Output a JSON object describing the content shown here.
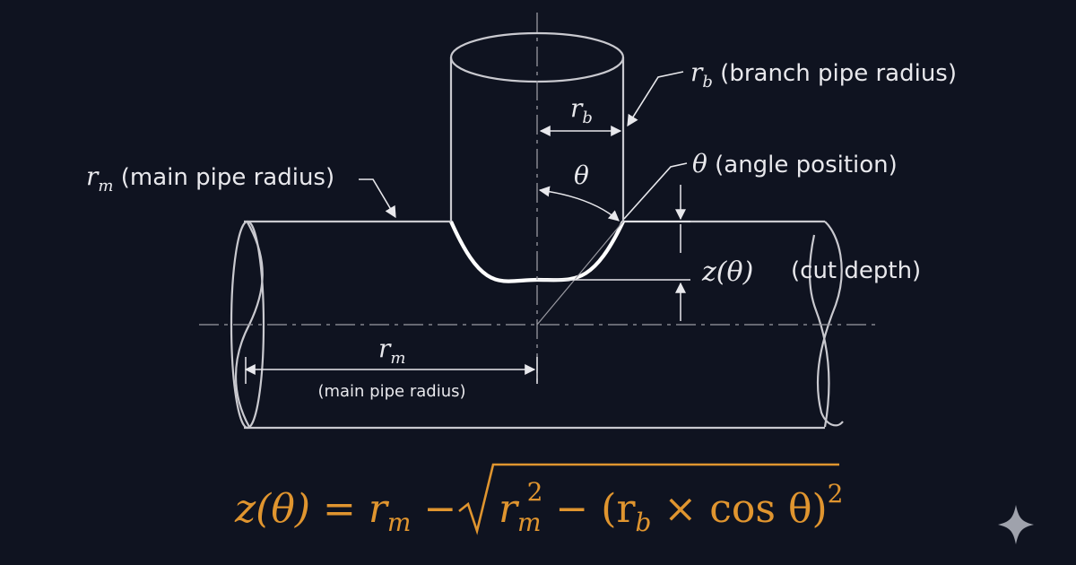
{
  "labels": {
    "branch": {
      "symbol": "r",
      "sub": "b",
      "text": " (branch pipe radius)"
    },
    "branch_dim": {
      "symbol": "r",
      "sub": "b"
    },
    "main_top": {
      "symbol": "r",
      "sub": "m",
      "text": " (main pipe radius)"
    },
    "angle": {
      "symbol": "θ",
      "text": " (angle position)"
    },
    "angle_arc": "θ",
    "cut_depth": {
      "symbol": "z(θ)",
      "text": "(cut depth)"
    },
    "main_dim": {
      "symbol": "r",
      "sub": "m",
      "caption": "(main pipe radius)"
    }
  },
  "formula": {
    "lhs": "z(θ) = r",
    "lhs_sub": "m",
    "minus": " − ",
    "rad_r": "r",
    "rad_sub": "m",
    "rad_sup": "2",
    "rad_mid": " − (r",
    "rad_sub2": "b",
    "rad_tail": " × cos θ)",
    "rad_sup2": "2"
  },
  "colors": {
    "background": "#0f1320",
    "line": "#c9c9cf",
    "accent": "#e0952f",
    "text": "#e8e8ec"
  },
  "icons": {
    "corner": "sparkle-icon"
  }
}
